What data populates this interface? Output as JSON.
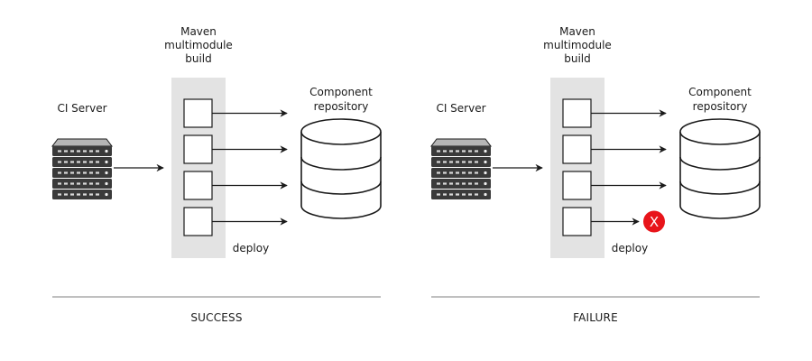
{
  "panels": [
    {
      "id": "success",
      "ci_label": "CI Server",
      "build_label_lines": [
        "Maven",
        "multimodule",
        "build"
      ],
      "repo_label_lines": [
        "Component",
        "repository"
      ],
      "deploy_label": "deploy",
      "caption": "SUCCESS",
      "modules": [
        {
          "deploy_ok": true
        },
        {
          "deploy_ok": true
        },
        {
          "deploy_ok": true
        },
        {
          "deploy_ok": true
        }
      ]
    },
    {
      "id": "failure",
      "ci_label": "CI Server",
      "build_label_lines": [
        "Maven",
        "multimodule",
        "build"
      ],
      "repo_label_lines": [
        "Component",
        "repository"
      ],
      "deploy_label": "deploy",
      "caption": "FAILURE",
      "modules": [
        {
          "deploy_ok": true
        },
        {
          "deploy_ok": true
        },
        {
          "deploy_ok": true
        },
        {
          "deploy_ok": false
        }
      ],
      "error_icon": {
        "name": "error-x-icon",
        "glyph": "X",
        "color": "#e8141a"
      }
    }
  ],
  "colors": {
    "ink": "#1a1a1a",
    "build_panel": "#e3e3e3",
    "server_body": "#3a3a3a",
    "server_top": "#b5b5b5",
    "divider": "#9a9a9a",
    "error": "#e8141a"
  }
}
